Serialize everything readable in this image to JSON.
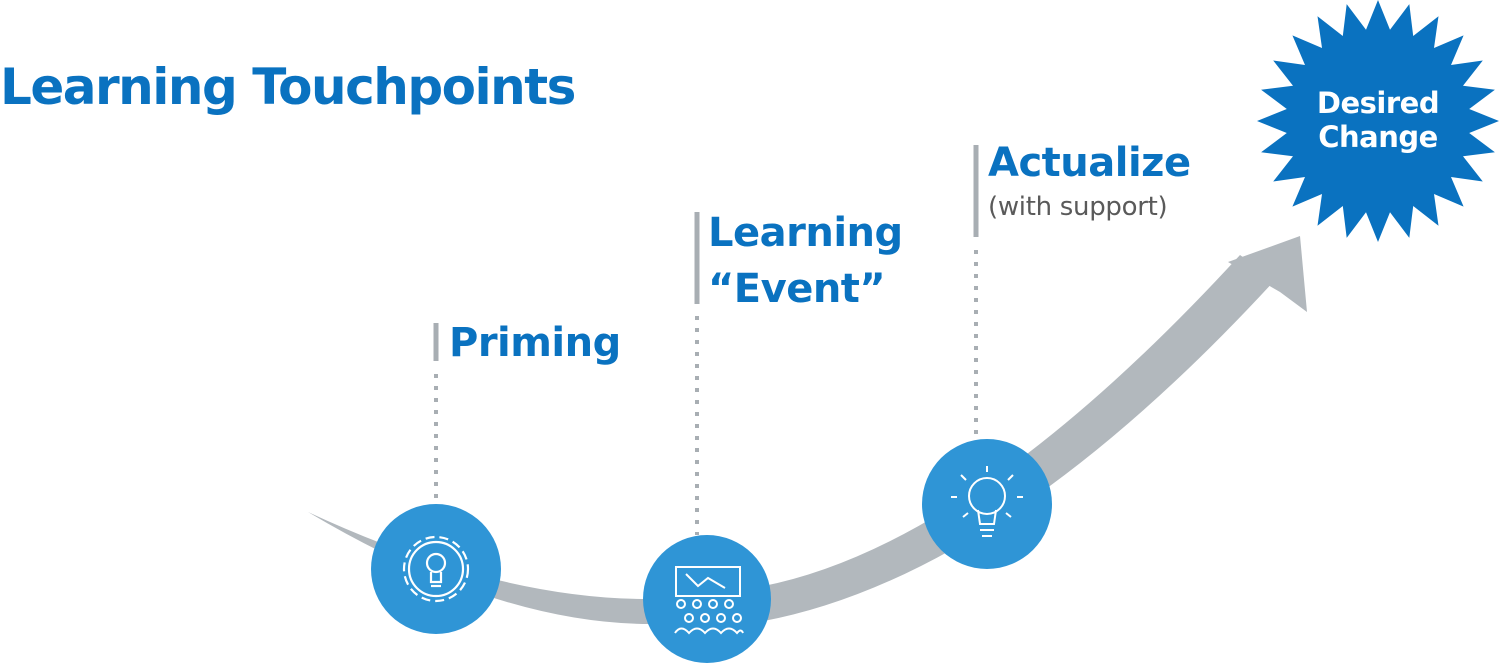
{
  "title": "Learning Touchpoints",
  "touchpoints": [
    {
      "label": "Priming",
      "icon": "gear-lightbulb-icon"
    },
    {
      "label_line1": "Learning",
      "label_line2": "“Event”",
      "icon": "presentation-audience-icon"
    },
    {
      "label": "Actualize",
      "sublabel": "(with support)",
      "icon": "lightbulb-icon"
    }
  ],
  "goal": {
    "line1": "Desired",
    "line2": "Change"
  },
  "colors": {
    "brand_blue": "#0a72c0",
    "circle_blue": "#2f95d6",
    "arrow_gray": "#b2b8bd",
    "text_gray": "#5a5a5a"
  }
}
